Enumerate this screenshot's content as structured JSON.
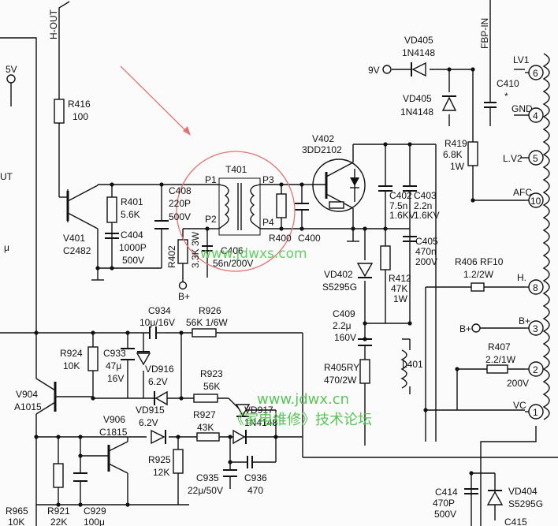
{
  "diagram": {
    "net_labels": {
      "h_out": "H-OUT",
      "fbp_in": "FBP-IN",
      "v5": "5V",
      "v9": "9V",
      "b_plus_left": "B+",
      "b_plus_right": "B+",
      "ut": "UT",
      "mu": "μ"
    },
    "components": {
      "r416": {
        "ref": "R416",
        "value": "100"
      },
      "r401": {
        "ref": "R401",
        "value": "5.6K"
      },
      "c404": {
        "ref": "C404",
        "value1": "1000P",
        "value2": "500V"
      },
      "v401": {
        "ref": "V401",
        "value": "C2482"
      },
      "c408": {
        "ref": "C408",
        "value1": "220P",
        "value2": "500V"
      },
      "r402": {
        "ref": "R402",
        "value": "3.3K 3W"
      },
      "t401": {
        "ref": "T401",
        "p1": "P1",
        "p2": "P2",
        "p3": "P3",
        "p4": "P4"
      },
      "c406": {
        "ref": "C406",
        "value": "56n/200V"
      },
      "r400": {
        "ref": "R400"
      },
      "c400": {
        "ref": "C400"
      },
      "v402": {
        "ref": "V402",
        "value": "3DD2102"
      },
      "vd405a": {
        "ref": "VD405",
        "value": "1N4148"
      },
      "vd405b": {
        "ref": "VD405",
        "value": "1N4148"
      },
      "c410": {
        "ref": "C410",
        "mark": "*"
      },
      "r419": {
        "ref": "R419",
        "value1": "6.8K",
        "value2": "1W"
      },
      "c402": {
        "ref": "C402",
        "value1": "7.5n",
        "value2": "1.6KV"
      },
      "c403": {
        "ref": "C403",
        "value1": "2.2n",
        "value2": "1.6KV"
      },
      "c405": {
        "ref": "C405",
        "value1": "470n",
        "value2": "200V"
      },
      "vd402": {
        "ref": "VD402",
        "value": "S5295G"
      },
      "r412": {
        "ref": "R412",
        "value1": "47K",
        "value2": "1W"
      },
      "c409": {
        "ref": "C409",
        "value1": "2.2μ",
        "value2": "160V"
      },
      "r405": {
        "ref": "R405RY",
        "value": "470/2W"
      },
      "l401": {
        "ref": "L401"
      },
      "r406": {
        "ref": "R406 RF10",
        "value": "1.2/2W"
      },
      "r407": {
        "ref": "R407",
        "value": "2.2/1W"
      },
      "c934": {
        "ref": "C934",
        "value": "10μ/16V"
      },
      "r926": {
        "ref": "R926",
        "value": "56K 1/6W"
      },
      "r924": {
        "ref": "R924",
        "value": "10K"
      },
      "c933": {
        "ref": "C933",
        "value1": "47μ",
        "value2": "16V"
      },
      "vd916": {
        "ref": "VD916",
        "value": "6.2V"
      },
      "r923": {
        "ref": "R923",
        "value": "56K"
      },
      "v904": {
        "ref": "V904",
        "value": "A1015"
      },
      "vd917": {
        "ref": "VD917",
        "value": "1N4148"
      },
      "vd915": {
        "ref": "VD915",
        "value": "6.2V"
      },
      "r927": {
        "ref": "R927",
        "value": "43K"
      },
      "v906": {
        "ref": "V906",
        "value": "C1815"
      },
      "r925": {
        "ref": "R925",
        "value": "12K"
      },
      "c935": {
        "ref": "C935",
        "value": "22μ/50V"
      },
      "c936": {
        "ref": "C936",
        "value": "470"
      },
      "r921": {
        "ref": "R921",
        "value": "22K"
      },
      "c929": {
        "ref": "C929",
        "value": "100μ"
      },
      "r965": {
        "ref": "R965",
        "value": "10K"
      },
      "c414": {
        "ref": "C414",
        "value1": "470P",
        "value2": "500V"
      },
      "vd404": {
        "ref": "VD404",
        "value": "S5295G"
      },
      "c415": {
        "ref": "C415"
      }
    },
    "fbt_pins": [
      {
        "num": "6",
        "name": "LV1"
      },
      {
        "num": "4",
        "name": "GND"
      },
      {
        "num": "5",
        "name": "L.V2"
      },
      {
        "num": "10",
        "name": "AFC"
      },
      {
        "num": "8",
        "name": "H."
      },
      {
        "num": "3",
        "name": "B+"
      },
      {
        "num": "2",
        "name": "200V"
      },
      {
        "num": "1",
        "name": "VC"
      }
    ],
    "watermarks": {
      "jdwxs": "www.jdwxs.com",
      "jdwx": "www.jdwx.cn",
      "forum": "《家电维修》技术论坛"
    },
    "colors": {
      "ink": "#111111",
      "highlight_circle": "#e57373",
      "arrow": "#e57373",
      "watermark": "#66cc66"
    }
  }
}
